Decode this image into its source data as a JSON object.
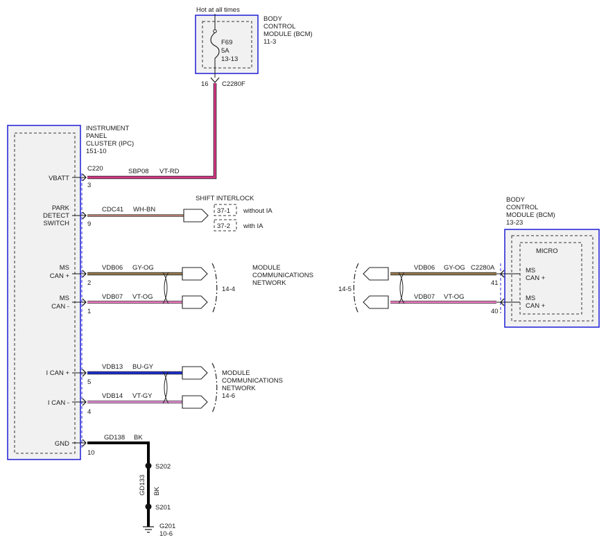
{
  "colors": {
    "module_border": "#2a2ad8",
    "wire_vt_rd": "#e0358a",
    "wire_wh_bn": "#c08070",
    "wire_gy_og": "#9c7c48",
    "wire_vt_og": "#f07ac0",
    "wire_bu_gy": "#1f2fd6",
    "wire_vt_gy": "#e58ad6",
    "wire_bk": "#000000"
  },
  "bcm_top": {
    "note": "Hot at all times",
    "label": [
      "BODY",
      "CONTROL",
      "MODULE (BCM)",
      "11-3"
    ],
    "fuse": [
      "F69",
      "5A",
      "13-13"
    ],
    "pin": "16",
    "connector": "C2280F"
  },
  "ipc": {
    "label": [
      "INSTRUMENT",
      "PANEL",
      "CLUSTER (IPC)",
      "151-10"
    ],
    "connector": "C220",
    "signals": [
      {
        "lines": [
          "VBATT"
        ],
        "pin": "3",
        "circuit": "SBP08",
        "color": "VT-RD"
      },
      {
        "lines": [
          "PARK",
          "DETECT",
          "SWITCH"
        ],
        "pin": "9",
        "circuit": "CDC41",
        "color": "WH-BN"
      },
      {
        "lines": [
          "MS",
          "CAN +"
        ],
        "pin": "2",
        "circuit": "VDB06",
        "color": "GY-OG"
      },
      {
        "lines": [
          "MS",
          "CAN -"
        ],
        "pin": "1",
        "circuit": "VDB07",
        "color": "VT-OG"
      },
      {
        "lines": [
          "I CAN +"
        ],
        "pin": "5",
        "circuit": "VDB13",
        "color": "BU-GY"
      },
      {
        "lines": [
          "I CAN -"
        ],
        "pin": "4",
        "circuit": "VDB14",
        "color": "VT-GY"
      },
      {
        "lines": [
          "GND"
        ],
        "pin": "10",
        "circuit": "GD138",
        "color": "BK"
      }
    ]
  },
  "shift_interlock": {
    "title": "SHIFT INTERLOCK",
    "options": [
      {
        "ref": "37-1",
        "desc": "without IA"
      },
      {
        "ref": "37-2",
        "desc": "with IA"
      }
    ]
  },
  "network_ms": {
    "label": [
      "MODULE",
      "COMMUNICATIONS",
      "NETWORK"
    ],
    "left_ref": "14-4",
    "right_ref": "14-5"
  },
  "network_i": {
    "label": [
      "MODULE",
      "COMMUNICATIONS",
      "NETWORK",
      "14-6"
    ]
  },
  "bcm_right": {
    "label": [
      "BODY",
      "CONTROL",
      "MODULE (BCM)",
      "13-23"
    ],
    "micro": "MICRO",
    "connector": "C2280A",
    "signals": [
      {
        "lines": [
          "MS",
          "CAN +"
        ],
        "pin": "41",
        "circuit": "VDB06",
        "color": "GY-OG"
      },
      {
        "lines": [
          "MS",
          "CAN +"
        ],
        "pin": "40",
        "circuit": "VDB07",
        "color": "VT-OG"
      }
    ]
  },
  "ground": {
    "vertical_circuit": "GD133",
    "vertical_color": "BK",
    "splices": [
      "S202",
      "S201"
    ],
    "ground_point": [
      "G201",
      "10-6"
    ]
  }
}
